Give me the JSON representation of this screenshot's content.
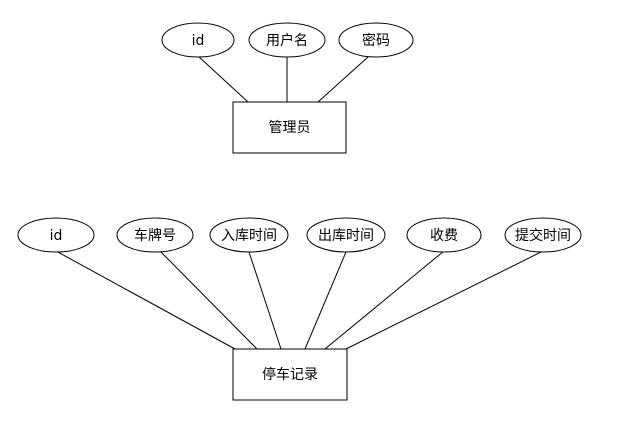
{
  "diagram": {
    "type": "er-diagram",
    "colors": {
      "stroke": "#000000",
      "fill": "#ffffff",
      "text": "#000000"
    },
    "entities": [
      {
        "name": "管理员",
        "attributes": [
          "id",
          "用户名",
          "密码"
        ]
      },
      {
        "name": "停车记录",
        "attributes": [
          "id",
          "车牌号",
          "入库时间",
          "出库时间",
          "收费",
          "提交时间"
        ]
      }
    ]
  }
}
